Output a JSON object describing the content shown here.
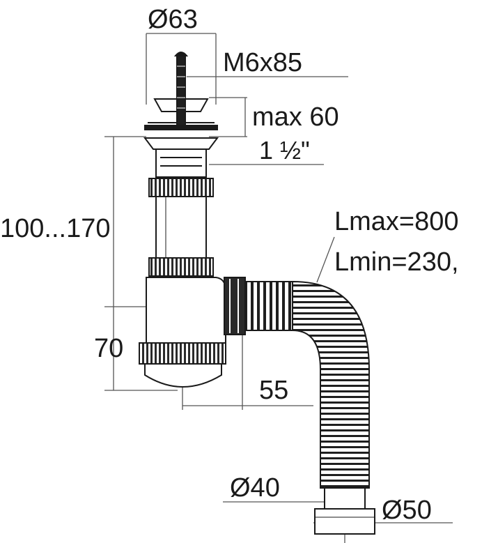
{
  "labels": {
    "top_diameter": "Ø63",
    "screw": "M6x85",
    "max_thickness": "max 60",
    "thread": "1 ½\"",
    "height_range": "100...170",
    "length_max": "Lmax=800",
    "length_min": "Lmin=230,",
    "trap_height": "70",
    "offset": "55",
    "outlet_diameter_small": "Ø40",
    "outlet_diameter_large": "Ø50"
  },
  "colors": {
    "line": "#1a1a1a",
    "dim_line": "#555555",
    "fill_light": "#f2f2f2",
    "nut_dark": "#2a2a2a"
  }
}
